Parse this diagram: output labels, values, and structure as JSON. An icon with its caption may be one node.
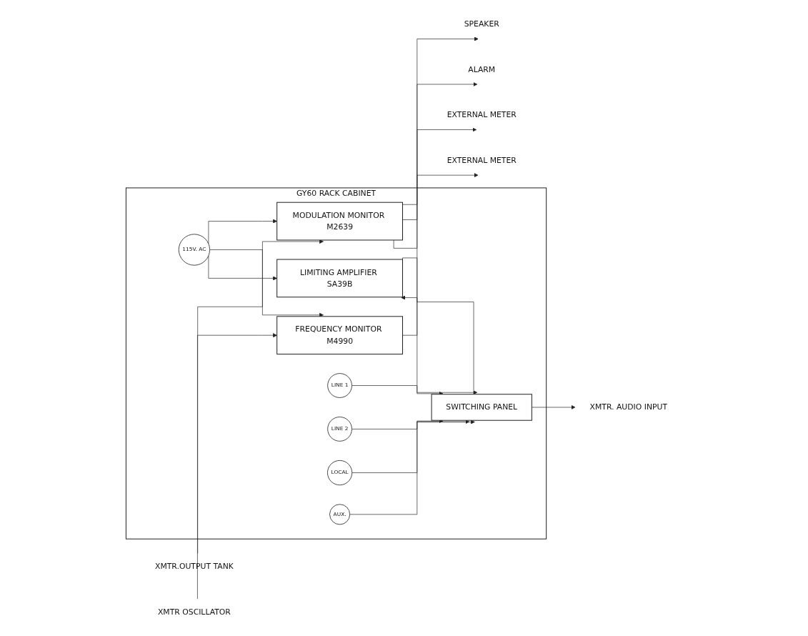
{
  "diagram": {
    "nodes": [
      {
        "text": [
          "GY60 RACK CABINET"
        ]
      },
      {
        "text": [
          "MODULATION MONITOR M2639"
        ],
        "in": 0
      },
      {
        "text": [
          "FREQUENCY MONITOR M4990"
        ],
        "in": 0
      },
      {
        "text": [
          "LIMITING AMPLIFIER SA39B"
        ],
        "in": 0
      },
      {
        "text": [
          "SWITCHING PANEL"
        ],
        "in": 0
      },
      {
        "text": [
          "115V. AC"
        ],
        "in": 0
      },
      {
        "text": [
          "LINE 1"
        ],
        "in": 0
      },
      {
        "text": [
          "LINE 2"
        ],
        "in": 0
      },
      {
        "text": [
          "LOCAL"
        ],
        "in": 0
      },
      {
        "text": [
          "AUX."
        ],
        "in": 0
      },
      {
        "text": [
          "XMTR.OUTPUT TANK"
        ]
      },
      {
        "text": [
          "SPEAKER"
        ]
      },
      {
        "text": [
          "ALARM"
        ]
      },
      {
        "text": [
          "EXTERNAL METER"
        ]
      },
      {
        "text": [
          "XMTR OSCILLATOR"
        ]
      },
      {
        "text": [
          "EXTERNAL METER"
        ]
      },
      {
        "text": [
          "XMTR. AUDIO INPUT"
        ]
      }
    ],
    "edges": [
      {
        "from": 10,
        "to": 1,
        "arrow": "to"
      },
      {
        "from": 1,
        "to": 11,
        "arrow": "to"
      },
      {
        "from": 1,
        "to": 12,
        "arrow": "to"
      },
      {
        "from": 1,
        "to": 13,
        "arrow": "to"
      },
      {
        "from": 14,
        "to": 2,
        "arrow": "to"
      },
      {
        "from": 2,
        "to": 15,
        "arrow": "to"
      },
      {
        "from": 5,
        "to": 1,
        "arrow": "to"
      },
      {
        "from": 5,
        "to": 2,
        "arrow": "to"
      },
      {
        "from": 5,
        "to": 3,
        "arrow": "to"
      },
      {
        "from": 4,
        "to": 3,
        "arrow": "to"
      },
      {
        "from": 3,
        "to": 4,
        "arrow": "to"
      },
      {
        "from": 6,
        "to": 4,
        "arrow": "to"
      },
      {
        "from": 7,
        "to": 4,
        "arrow": "to"
      },
      {
        "from": 8,
        "to": 4,
        "arrow": "to"
      },
      {
        "from": 9,
        "to": 4,
        "arrow": "to"
      },
      {
        "from": 4,
        "to": 16,
        "arrow": "to"
      }
    ]
  }
}
